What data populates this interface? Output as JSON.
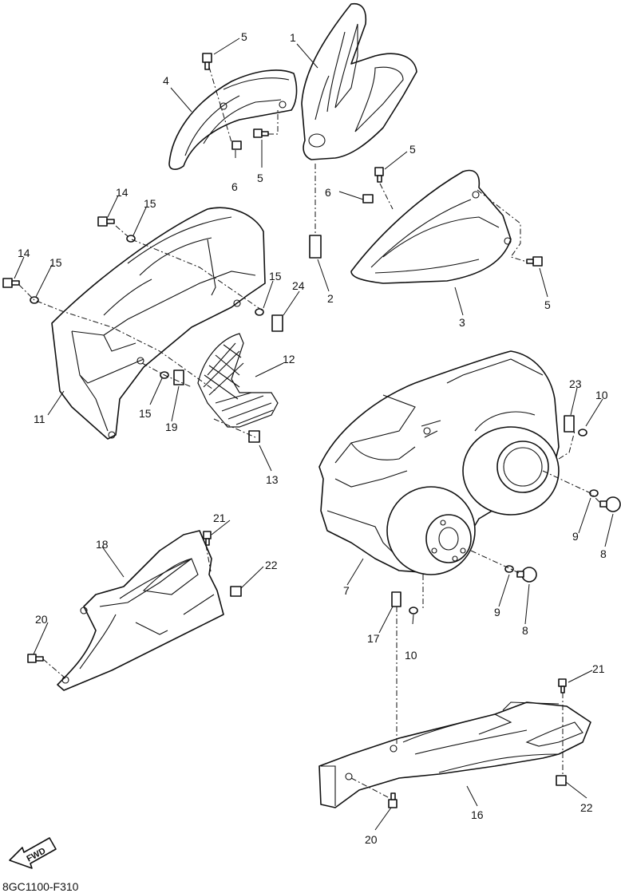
{
  "diagram_code": "8GC1100-F310",
  "fwd_label": "FWD",
  "callouts": {
    "c1": "1",
    "c2": "2",
    "c3": "3",
    "c4": "4",
    "c5a": "5",
    "c5b": "5",
    "c5c": "5",
    "c5d": "5",
    "c6a": "6",
    "c6b": "6",
    "c7": "7",
    "c8a": "8",
    "c8b": "8",
    "c9a": "9",
    "c9b": "9",
    "c10a": "10",
    "c10b": "10",
    "c11": "11",
    "c12": "12",
    "c13": "13",
    "c14a": "14",
    "c14b": "14",
    "c15a": "15",
    "c15b": "15",
    "c15c": "15",
    "c15d": "15",
    "c16": "16",
    "c17": "17",
    "c18": "18",
    "c19": "19",
    "c20a": "20",
    "c20b": "20",
    "c21a": "21",
    "c21b": "21",
    "c22a": "22",
    "c22b": "22",
    "c23": "23",
    "c24": "24"
  }
}
